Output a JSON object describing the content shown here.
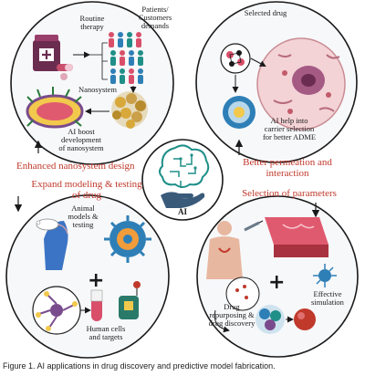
{
  "panels": {
    "top_left": {
      "routine_therapy": "Routine\ntherapy",
      "patients_demands": "Patients/\nCustomers\ndemands",
      "nanosystem": "Nanosystem",
      "ai_boost": "AI boost\ndevelopment\nof nanosystem"
    },
    "top_right": {
      "selected_drug": "Selected drug",
      "ai_help": "AI help into\ncarrier selection\nfor better ADME"
    },
    "bottom_left": {
      "animal_models": "Animal\nmodels &\ntesting",
      "human_cells": "Human cells\nand targets"
    },
    "bottom_right": {
      "effective_simulation": "Effective\nsimulation",
      "drug_repurposing": "Drug\nrepurposing &\ndrug discovery"
    },
    "center": {
      "label": "AI"
    }
  },
  "transitions": {
    "enhanced": "Enhanced nanosystem design",
    "better_permeation": "Better permeation and\ninteraction",
    "expand_modeling": "Expand modeling & testing\nof drug",
    "selection_parameters": "Selection of parameters"
  },
  "caption": "Figure 1. AI applications in drug discovery and predictive model fabrication.",
  "colors": {
    "accent_red": "#c0392b",
    "circle_outline": "#1a1a1a",
    "panel_fill": "#f4f6f8",
    "teal": "#1f8f88",
    "purple": "#5b3a73",
    "pink": "#d94f6a"
  }
}
